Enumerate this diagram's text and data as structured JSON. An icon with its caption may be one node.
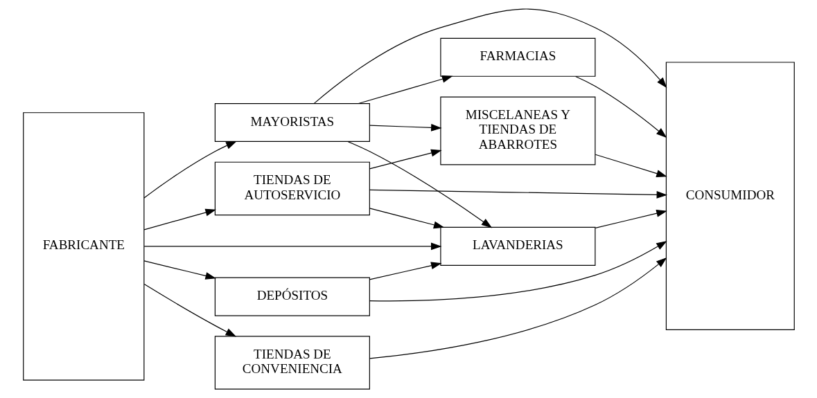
{
  "diagram": {
    "nodes": [
      {
        "text": [
          "FABRICANTE"
        ]
      },
      {
        "text": [
          "MAYORISTAS"
        ]
      },
      {
        "text": [
          "TIENDAS DE AUTOSERVICIO"
        ]
      },
      {
        "text": [
          "DEPÓSITOS"
        ]
      },
      {
        "text": [
          "TIENDAS DE CONVENIENCIA"
        ]
      },
      {
        "text": [
          "LAVANDERIAS"
        ]
      },
      {
        "text": [
          "FARMACIAS"
        ]
      },
      {
        "text": [
          "MISCELANEAS Y TIENDAS DE ABARROTES"
        ]
      },
      {
        "text": [
          "CONSUMIDOR"
        ]
      }
    ],
    "edges": [
      {
        "from": 0,
        "to": 1,
        "arrow": "to"
      },
      {
        "from": 0,
        "to": 2,
        "arrow": "to"
      },
      {
        "from": 0,
        "to": 3,
        "arrow": "to"
      },
      {
        "from": 0,
        "to": 4,
        "arrow": "to"
      },
      {
        "from": 0,
        "to": 5,
        "arrow": "to"
      },
      {
        "from": 1,
        "to": 5,
        "arrow": "to"
      },
      {
        "from": 1,
        "to": 6,
        "arrow": "to"
      },
      {
        "from": 1,
        "to": 7,
        "arrow": "to"
      },
      {
        "from": 1,
        "to": 8,
        "arrow": "to"
      },
      {
        "from": 2,
        "to": 5,
        "arrow": "to"
      },
      {
        "from": 2,
        "to": 7,
        "arrow": "to"
      },
      {
        "from": 2,
        "to": 8,
        "arrow": "to"
      },
      {
        "from": 3,
        "to": 5,
        "arrow": "to"
      },
      {
        "from": 3,
        "to": 8,
        "arrow": "to"
      },
      {
        "from": 4,
        "to": 8,
        "arrow": "to"
      },
      {
        "from": 5,
        "to": 8,
        "arrow": "to"
      },
      {
        "from": 6,
        "to": 8,
        "arrow": "to"
      },
      {
        "from": 7,
        "to": 8,
        "arrow": "to"
      }
    ]
  }
}
